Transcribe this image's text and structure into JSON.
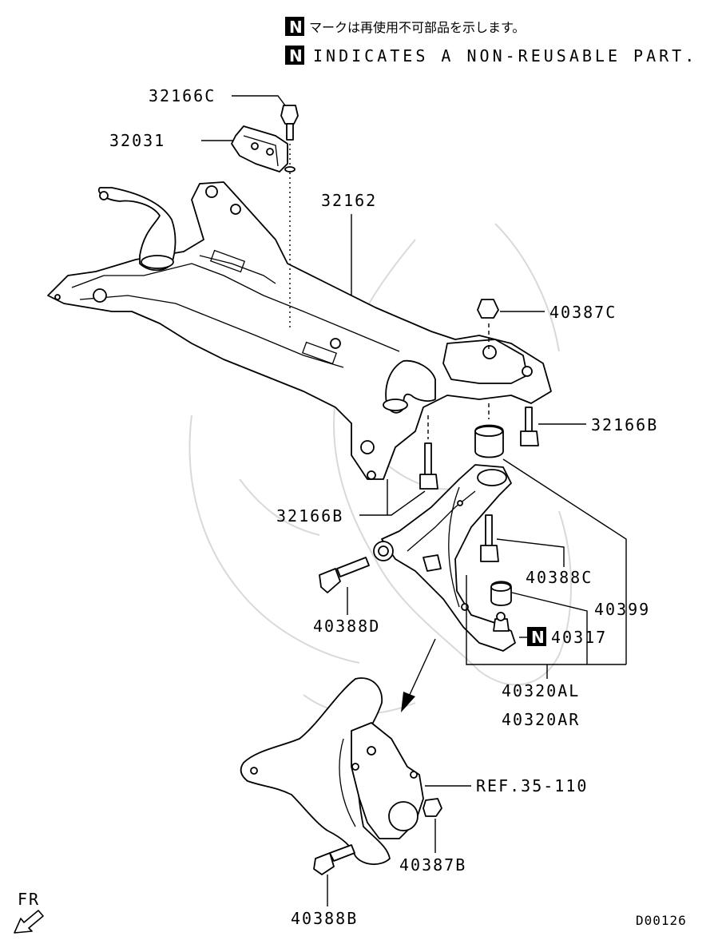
{
  "notes": {
    "japanese": "マークは再使用不可部品を示します。",
    "english": "INDICATES A NON-REUSABLE PART.",
    "badge": "N"
  },
  "labels": {
    "p32166C": "32166C",
    "p32031": "32031",
    "p32162": "32162",
    "p40387C": "40387C",
    "p32166B_right": "32166B",
    "p32166B_left": "32166B",
    "p40388C": "40388C",
    "p40399": "40399",
    "p40388D": "40388D",
    "p40317": "40317",
    "p40320AL": "40320AL",
    "p40320AR": "40320AR",
    "ref": "REF.35-110",
    "p40387B": "40387B",
    "p40388B": "40388B"
  },
  "footer": {
    "fr": "FR",
    "code": "D00126"
  },
  "icons": {
    "front_arrow": "front-direction-arrow-icon",
    "non_reusable": "non-reusable-badge-icon"
  }
}
